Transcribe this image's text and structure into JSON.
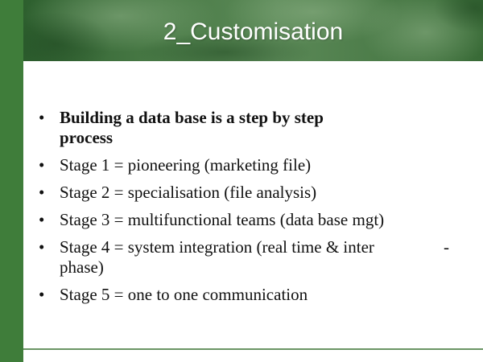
{
  "slide": {
    "title": "2_Customisation"
  },
  "bullets": [
    {
      "text": "Building a data base is a step by step process",
      "bold": true
    },
    {
      "text": "Stage 1 = pioneering (marketing file)",
      "bold": false
    },
    {
      "text": "Stage 2 = specialisation (file analysis)",
      "bold": false
    },
    {
      "text": "Stage 3 = multifunctional teams (data base mgt)",
      "bold": false
    },
    {
      "text": "Stage 4 = system integration (real time & inter",
      "suffix": "-",
      "continuation": "phase)",
      "bold": false
    },
    {
      "text": "Stage 5 = one to one communication",
      "bold": false
    }
  ],
  "bullet_symbol": "•",
  "colors": {
    "green_bar": "#3f7d3a",
    "header_green": "#4a7b47",
    "text": "#111111",
    "title_text": "#ffffff"
  }
}
